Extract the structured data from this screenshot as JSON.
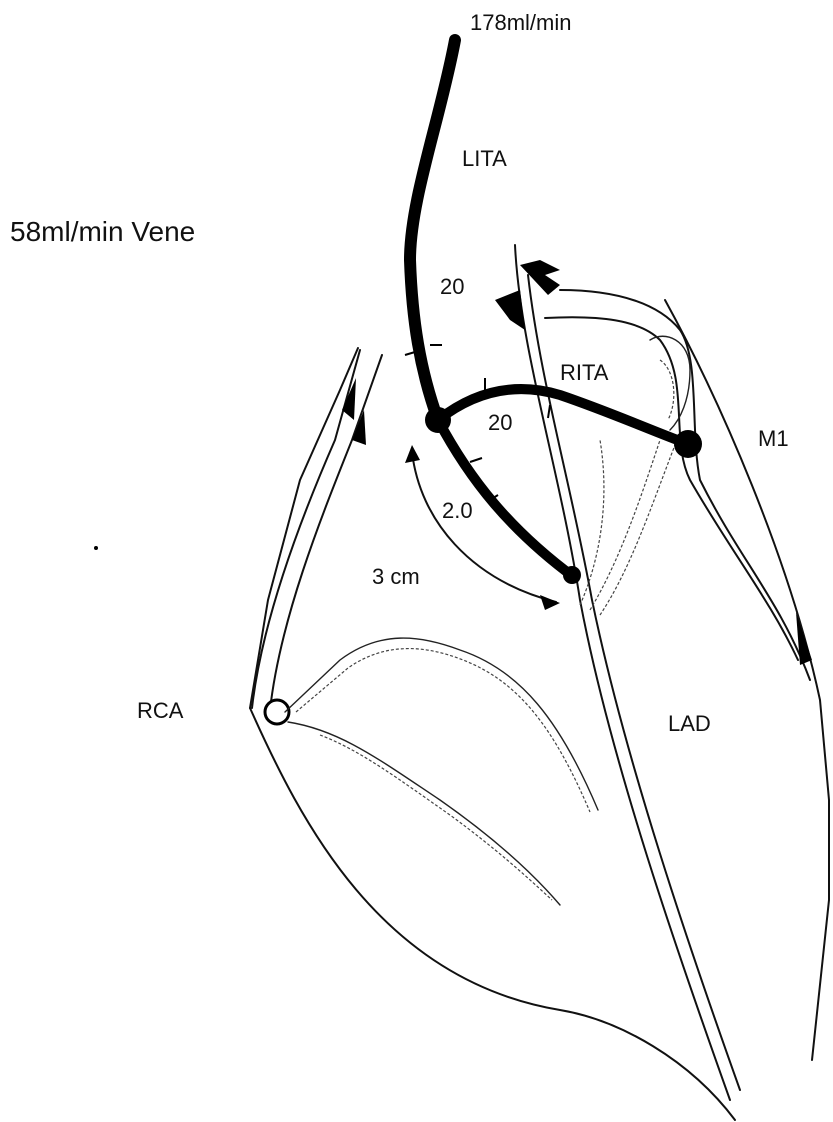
{
  "labels": {
    "flow_lita": "178ml/min",
    "lita": "LITA",
    "flow_vene": "58ml/min Vene",
    "seg_20_top": "20",
    "rita": "RITA",
    "seg_20_mid": "20",
    "m1": "M1",
    "seg_2_0": "2.0",
    "distance": "3 cm",
    "rca": "RCA",
    "lad": "LAD"
  },
  "colors": {
    "ink": "#111111",
    "background": "#ffffff"
  }
}
